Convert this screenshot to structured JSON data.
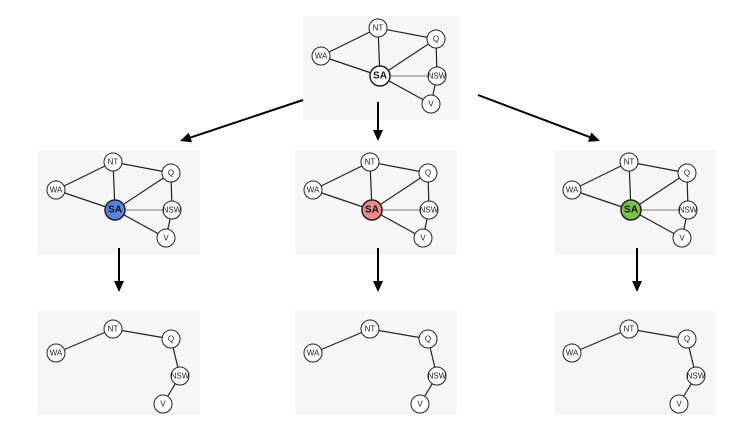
{
  "nodes": {
    "WA": "WA",
    "NT": "NT",
    "Q": "Q",
    "SA": "SA",
    "NSW": "NSW",
    "V": "V"
  },
  "colors": {
    "default_node": "#ffffff",
    "sa_blue": "#5b83e3",
    "sa_red": "#f08b8b",
    "sa_green": "#7cc14a"
  },
  "graphs": [
    {
      "id": "root",
      "sa_color": "default_node",
      "removed": []
    },
    {
      "id": "branch-blue",
      "sa_color": "sa_blue",
      "removed": []
    },
    {
      "id": "branch-red",
      "sa_color": "sa_red",
      "removed": []
    },
    {
      "id": "branch-green",
      "sa_color": "sa_green",
      "removed": []
    },
    {
      "id": "reduced-blue",
      "sa_color": null,
      "removed": [
        "SA"
      ]
    },
    {
      "id": "reduced-red",
      "sa_color": null,
      "removed": [
        "SA"
      ]
    },
    {
      "id": "reduced-green",
      "sa_color": null,
      "removed": [
        "SA"
      ]
    }
  ]
}
